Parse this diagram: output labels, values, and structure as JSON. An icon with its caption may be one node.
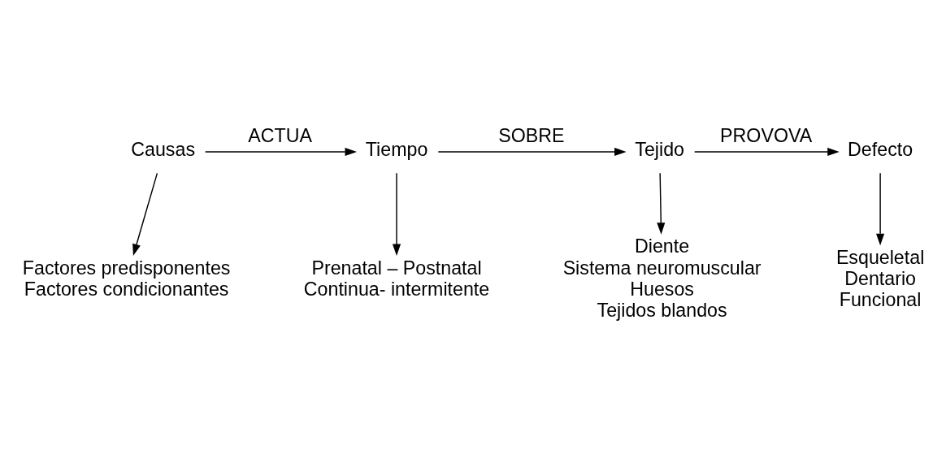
{
  "diagram": {
    "nodes": [
      {
        "text": [
          "Causas"
        ]
      },
      {
        "text": [
          "Tiempo"
        ]
      },
      {
        "text": [
          "Tejido"
        ]
      },
      {
        "text": [
          "Defecto"
        ]
      },
      {
        "text": [
          "Factores predisponentes",
          "Factores condicionantes"
        ]
      },
      {
        "text": [
          "Prenatal – Postnatal",
          "Continua- intermitente"
        ]
      },
      {
        "text": [
          "Diente",
          "Sistema neuromuscular",
          "Huesos",
          "Tejidos blandos"
        ]
      },
      {
        "text": [
          "Esqueletal",
          "Dentario",
          "Funcional"
        ]
      }
    ],
    "edges": [
      {
        "from": 0,
        "to": 1,
        "arrow": "to",
        "label": "ACTUA"
      },
      {
        "from": 1,
        "to": 2,
        "arrow": "to",
        "label": "SOBRE"
      },
      {
        "from": 2,
        "to": 3,
        "arrow": "to",
        "label": "PROVOVA"
      },
      {
        "from": 0,
        "to": 4,
        "arrow": "to"
      },
      {
        "from": 1,
        "to": 5,
        "arrow": "to"
      },
      {
        "from": 2,
        "to": 6,
        "arrow": "to"
      },
      {
        "from": 3,
        "to": 7,
        "arrow": "to"
      }
    ]
  }
}
